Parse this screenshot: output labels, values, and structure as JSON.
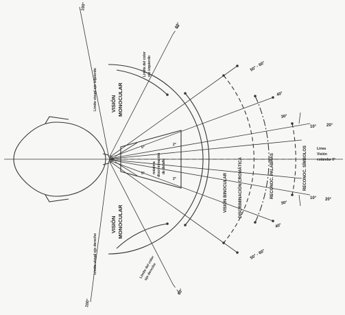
{
  "angles": {
    "a100_left": "100°",
    "a100_right": "100°",
    "a60_left": "60°",
    "a60_right": "60°",
    "a40_left": "40°",
    "a40_right": "40°",
    "a30_left": "30°",
    "a30_right": "30°",
    "a20_left": "20°",
    "a20_right": "20°",
    "a5_left": "5°",
    "a5_right": "5°",
    "a10_left": "10°",
    "a10_right": "10°",
    "a2_left": "2°",
    "a2_right": "2°"
  },
  "labels": {
    "vision_monocular_left": [
      "VISIÓN",
      "MONOCULAR"
    ],
    "vision_monocular_right": [
      "VISIÓN",
      "MONOCULAR"
    ],
    "limite_visual_izq": "Límite visual ojo izquierdo",
    "limite_visual_der": "Límite visual ojo derecho",
    "limite_color_izq": [
      "Límite del color",
      "ojo izquierdo"
    ],
    "limite_color_der": [
      "Límite del color",
      "ojo derecho"
    ],
    "vision_binocular": "VISIÓN BINOCULAR",
    "discriminacion_cromatica": "DISCRIMINACIÓN CROMÁTICA",
    "reconoc_palabras": "RECONOC. PALABRAS",
    "reconoc_simbolos": "RECONOC. SÍMBOLOS",
    "discriminacion_detalle": [
      "máxima",
      "discriminación",
      "de detalle"
    ],
    "linea_vision": [
      "Línea",
      "Visión",
      "estándar 0°"
    ]
  }
}
